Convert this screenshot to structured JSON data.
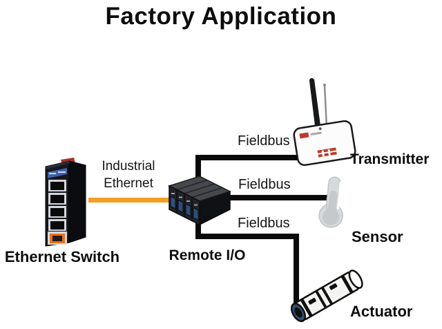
{
  "title": "Factory Application",
  "colors": {
    "background": "#FFFFFF",
    "fieldbus_line": "#0A0A0A",
    "industrial_ethernet_line": "#F2A024",
    "text": "#111111"
  },
  "diagram": {
    "nodes": {
      "ethernet_switch": {
        "label": "Ethernet Switch"
      },
      "remote_io": {
        "label": "Remote I/O"
      },
      "transmitter": {
        "label": "Transmitter"
      },
      "sensor": {
        "label": "Sensor"
      },
      "actuator": {
        "label": "Actuator"
      }
    },
    "links": {
      "industrial_ethernet": {
        "label_line1": "Industrial",
        "label_line2": "Ethernet",
        "color": "#F2A024"
      },
      "fieldbus_to_transmitter": {
        "label": "Fieldbus",
        "color": "#0A0A0A"
      },
      "fieldbus_to_sensor": {
        "label": "Fieldbus",
        "color": "#0A0A0A"
      },
      "fieldbus_to_actuator": {
        "label": "Fieldbus",
        "color": "#0A0A0A"
      }
    }
  }
}
